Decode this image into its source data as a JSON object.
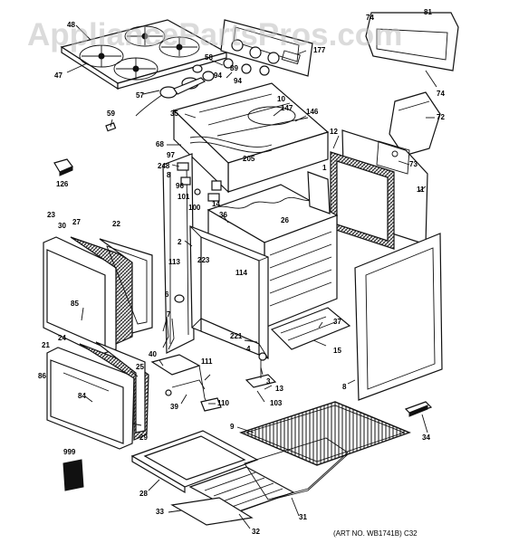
{
  "watermark": "AppliancePartsPros.com",
  "art_number": "(ART NO. WB1741B) C32",
  "part_numbers": [
    "48",
    "47",
    "57",
    "58",
    "94",
    "89",
    "177",
    "74",
    "81",
    "59",
    "35",
    "10",
    "147",
    "146",
    "72",
    "12",
    "68",
    "205",
    "97",
    "248",
    "8",
    "96",
    "101",
    "100",
    "14",
    "36",
    "26",
    "1",
    "73",
    "11",
    "126",
    "23",
    "30",
    "27",
    "22",
    "2",
    "113",
    "223",
    "114",
    "85",
    "6",
    "7",
    "21",
    "24",
    "40",
    "25",
    "86",
    "84",
    "111",
    "29",
    "39",
    "110",
    "221",
    "4",
    "37",
    "15",
    "3",
    "13",
    "103",
    "9",
    "34",
    "999",
    "28",
    "33",
    "32",
    "31"
  ]
}
